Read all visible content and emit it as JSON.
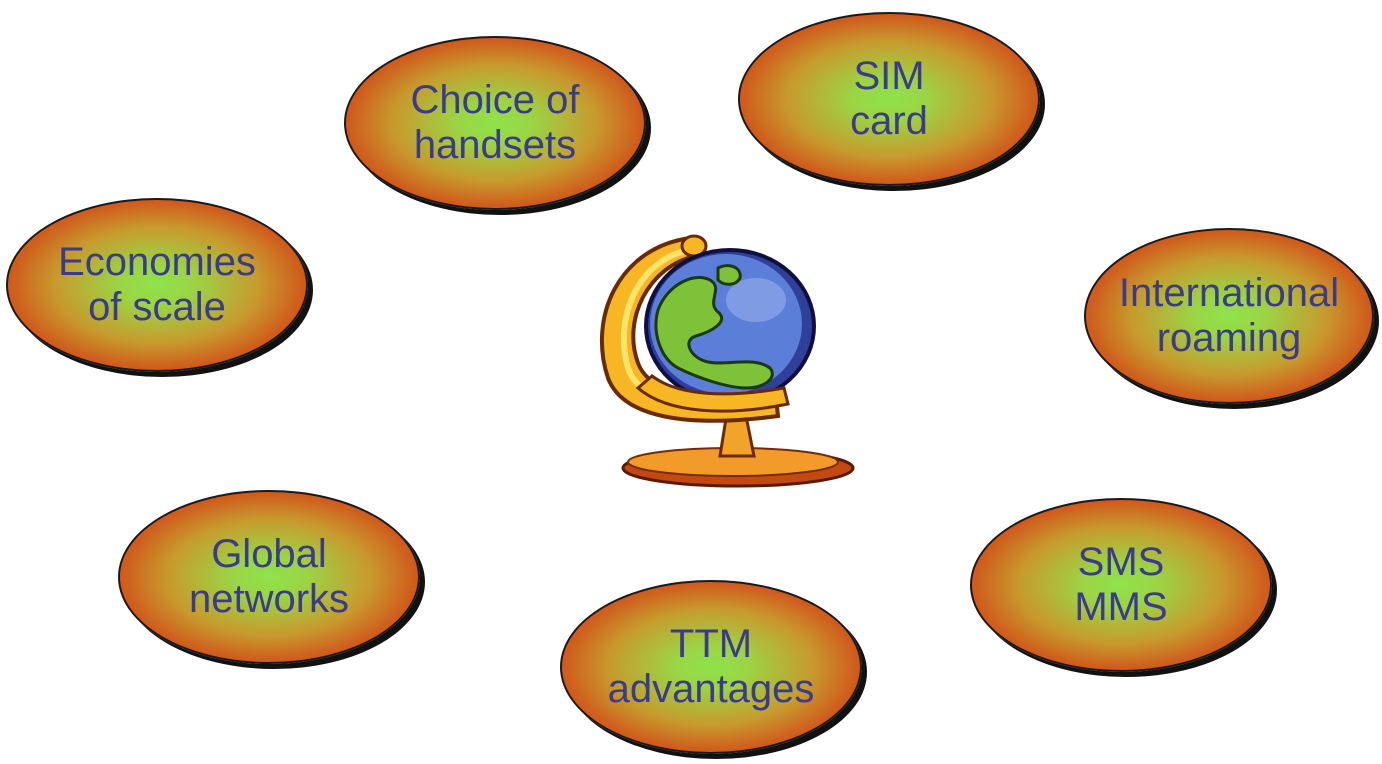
{
  "hub": {
    "icon": "globe-icon"
  },
  "bubbles": [
    {
      "id": "choice-of-handsets",
      "label": "Choice of\nhandsets"
    },
    {
      "id": "sim-card",
      "label": "SIM\ncard"
    },
    {
      "id": "economies-of-scale",
      "label": "Economies\nof scale"
    },
    {
      "id": "international-roaming",
      "label": "International\nroaming"
    },
    {
      "id": "global-networks",
      "label": "Global\nnetworks"
    },
    {
      "id": "sms-mms",
      "label": "SMS\nMMS"
    },
    {
      "id": "ttm-advantages",
      "label": "TTM\nadvantages"
    }
  ],
  "colors": {
    "bubble_center": "#8fe34a",
    "bubble_edge": "#c43a0e",
    "label_text": "#3b3b8c",
    "globe_ocean": "#5b7fd8",
    "globe_land": "#7ec23a",
    "globe_stand": "#f7b623"
  }
}
